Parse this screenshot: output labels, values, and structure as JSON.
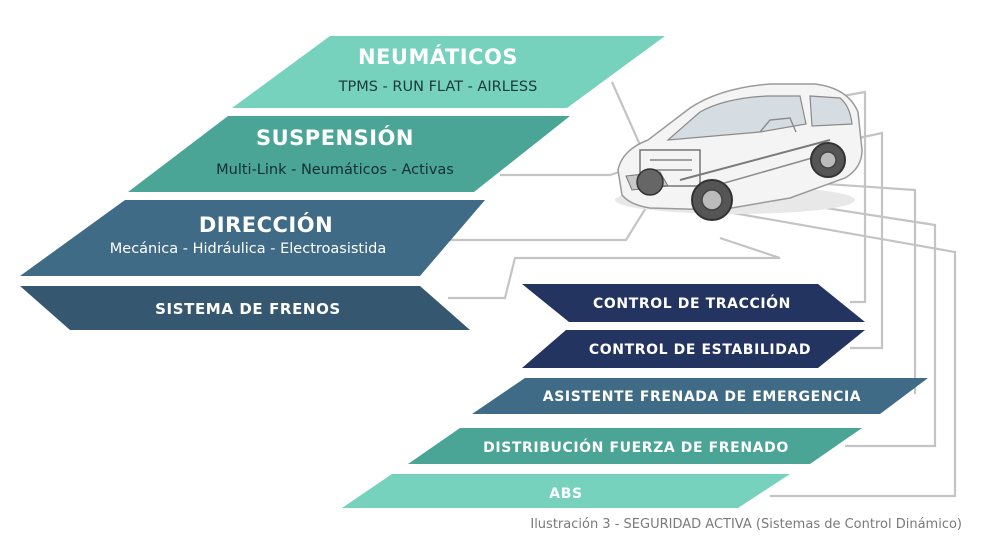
{
  "colors": {
    "mint": "#76d1bd",
    "teal": "#4aa596",
    "steel": "#3f6b86",
    "slate": "#355870",
    "navy": "#233461",
    "connector": "#c4c4c4"
  },
  "categories": [
    {
      "title": "NEUMÁTICOS",
      "subtitle": "TPMS - RUN FLAT - AIRLESS"
    },
    {
      "title": "SUSPENSIÓN",
      "subtitle": "Multi-Link - Neumáticos - Activas"
    },
    {
      "title": "DIRECCIÓN",
      "subtitle": "Mecánica - Hidráulica - Electroasistida"
    },
    {
      "title": "SISTEMA DE FRENOS"
    }
  ],
  "controls": [
    "CONTROL DE TRACCIÓN",
    "CONTROL DE ESTABILIDAD",
    "ASISTENTE FRENADA DE EMERGENCIA",
    "DISTRIBUCIÓN FUERZA DE FRENADO",
    "ABS"
  ],
  "caption": "Ilustración 3 - SEGURIDAD ACTIVA  (Sistemas de Control Dinámico)"
}
